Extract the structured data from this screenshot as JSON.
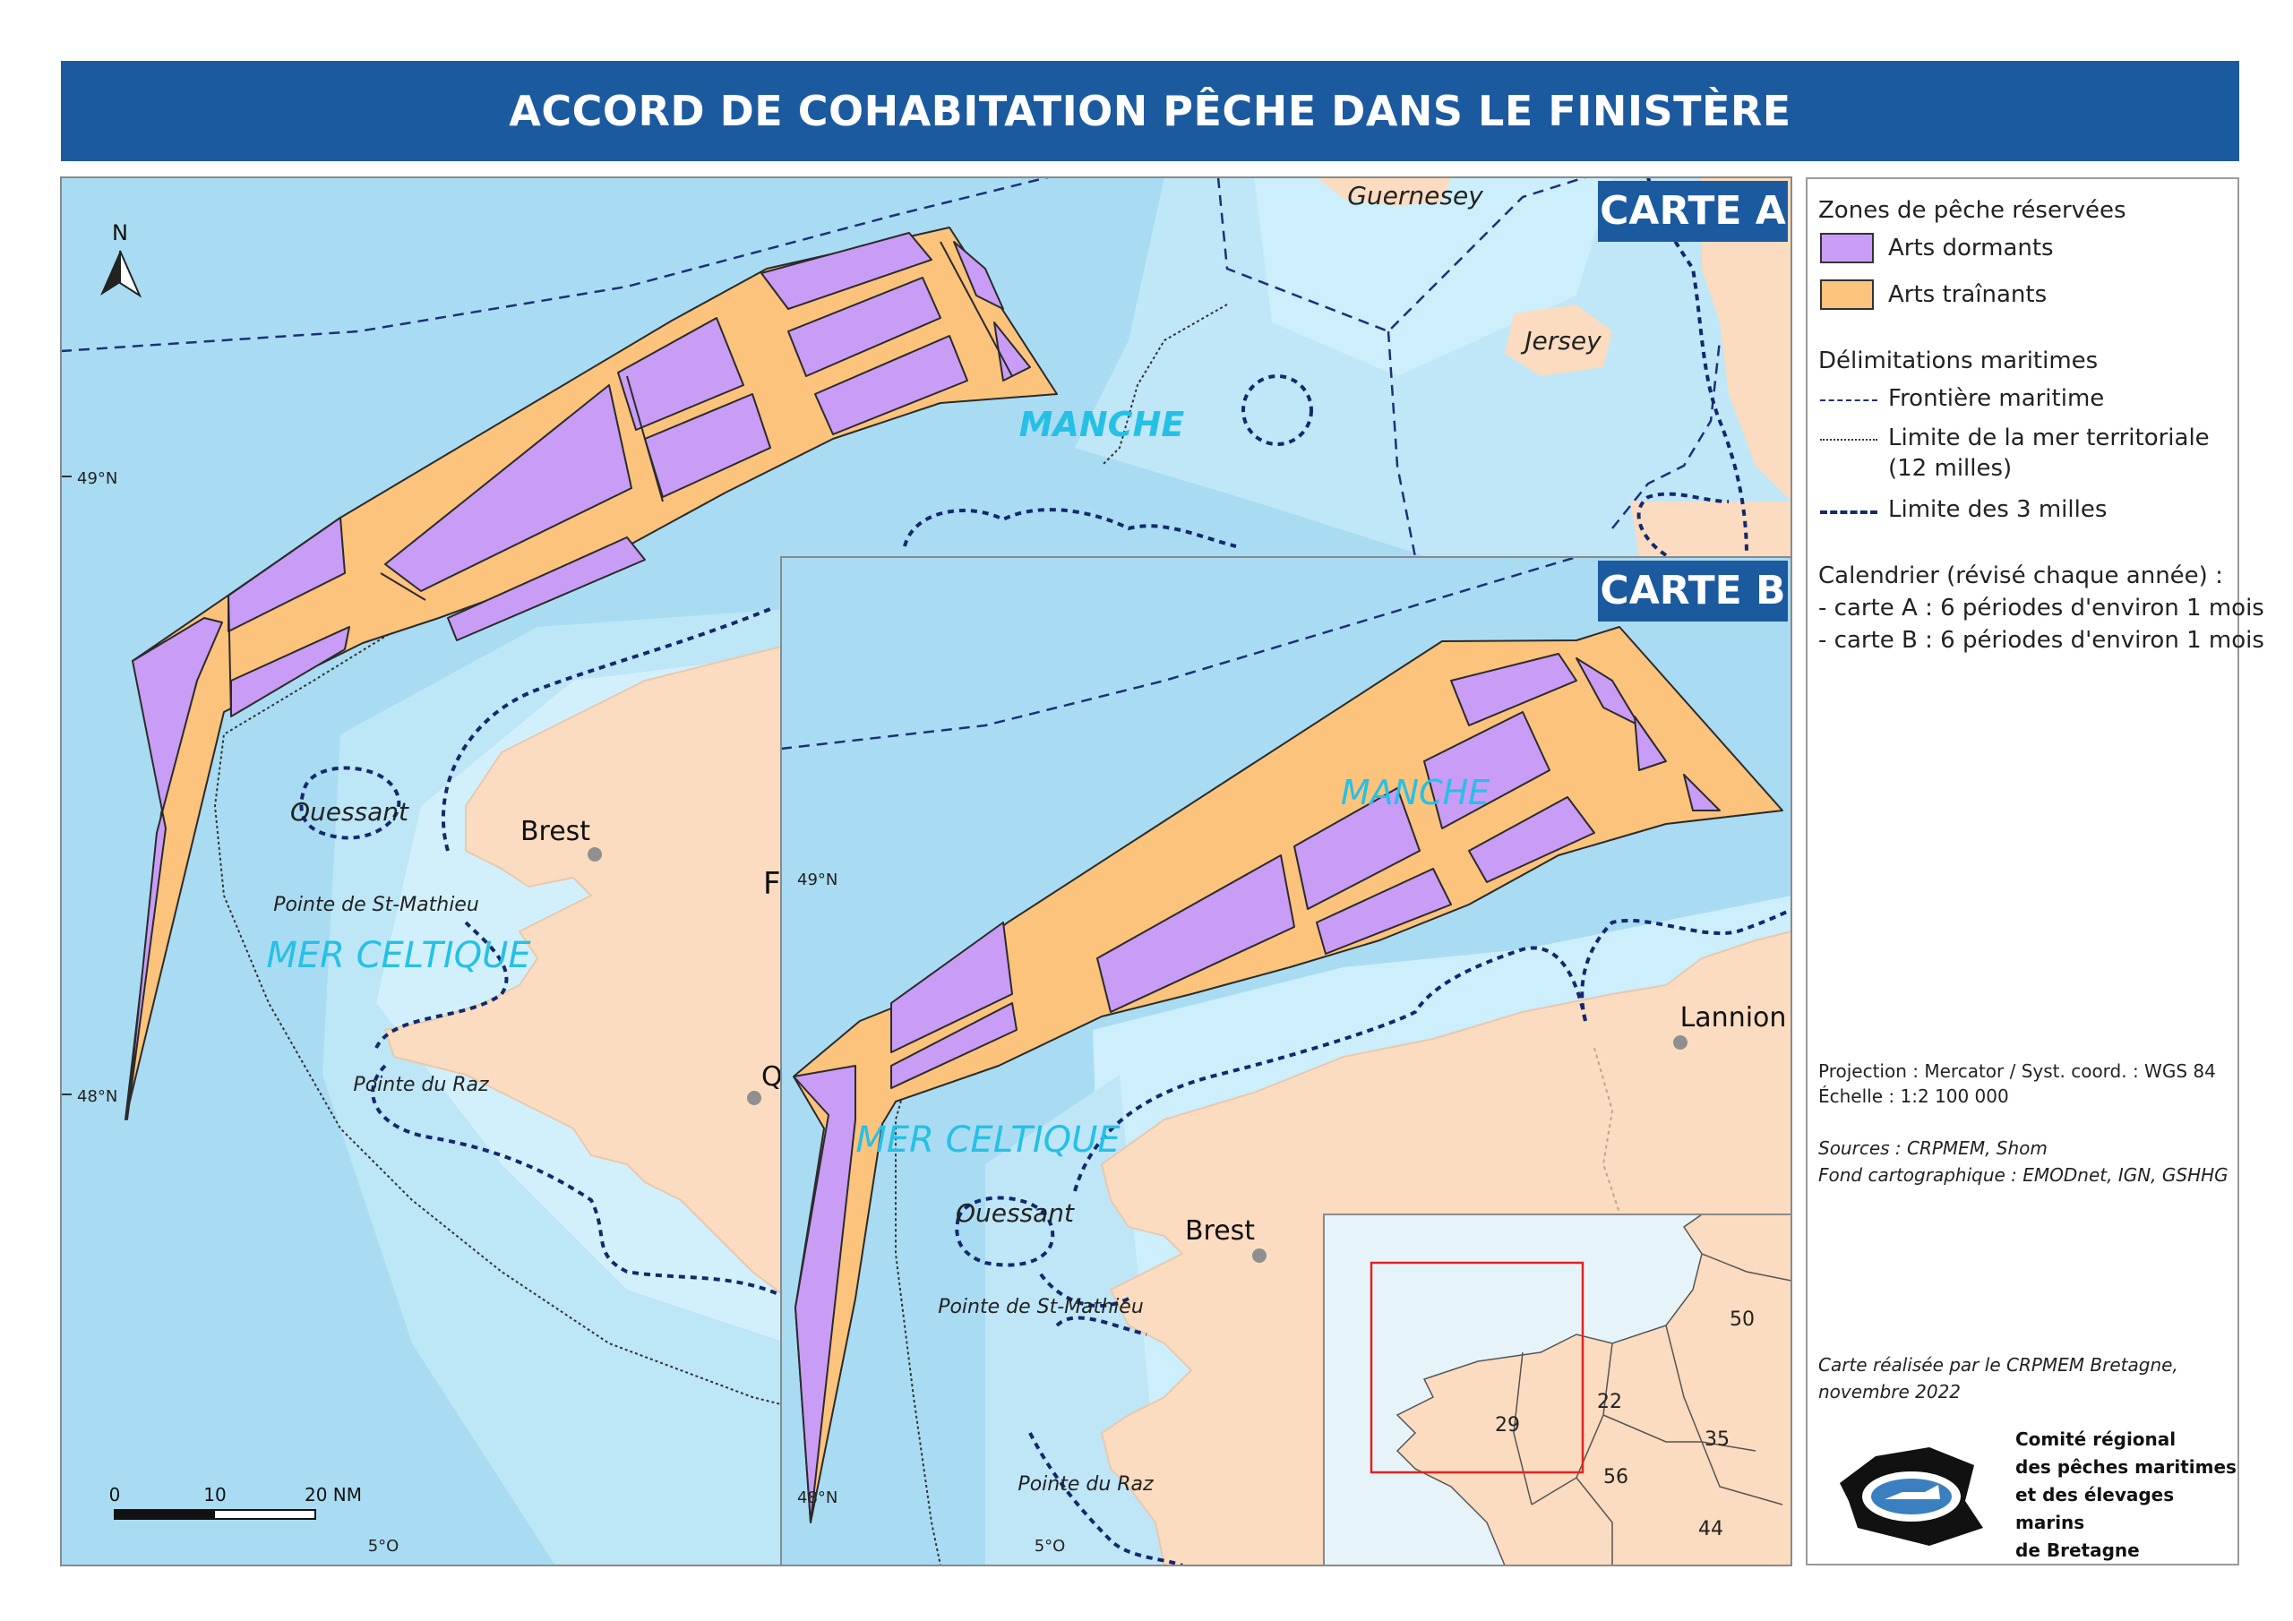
{
  "title": "ACCORD DE COHABITATION PÊCHE DANS LE FINISTÈRE",
  "colors": {
    "title_bg": "#1c5aa0",
    "sea_deep": "#a9dcf2",
    "sea_shallow": "#cdeefb",
    "land": "#fbdcc0",
    "arts_dormants": "#c99cf5",
    "arts_trainants": "#fbc37c",
    "label_blue": "#26c0e6"
  },
  "map_a": {
    "badge": "CARTE A",
    "north": "N",
    "lat_49": "49°N",
    "lat_48": "48°N",
    "lon_5": "5°O",
    "places": {
      "guernesey": "Guernesey",
      "jersey": "Jersey",
      "manche": "MANCHE",
      "ouessant": "Ouessant",
      "brest": "Brest",
      "st_mathieu": "Pointe de St-Mathieu",
      "mer_celtique": "MER CELTIQUE",
      "raz": "Pointe du Raz",
      "partial_f": "F",
      "partial_q": "Q"
    },
    "scale": {
      "l0": "0",
      "l10": "10",
      "l20": "20 NM"
    }
  },
  "map_b": {
    "badge": "CARTE B",
    "lat_49": "49°N",
    "lat_48": "48°N",
    "lon_5": "5°O",
    "places": {
      "manche": "MANCHE",
      "lannion": "Lannion",
      "mer_celtique": "MER CELTIQUE",
      "ouessant": "Ouessant",
      "brest": "Brest",
      "st_mathieu": "Pointe de St-Mathieu",
      "raz": "Pointe du Raz"
    },
    "inset": {
      "d50": "50",
      "d22": "22",
      "d29": "29",
      "d35": "35",
      "d56": "56",
      "d44": "44"
    }
  },
  "legend": {
    "zones_title": "Zones de pêche réservées",
    "arts_dormants": "Arts dormants",
    "arts_trainants": "Arts traînants",
    "delim_title": "Délimitations maritimes",
    "frontiere": "Frontière maritime",
    "limite_12_line1": "Limite de la mer territoriale",
    "limite_12_line2": "(12 milles)",
    "limite_3": "Limite des 3 milles",
    "cal_title": "Calendrier (révisé chaque année) :",
    "cal_a": "- carte A : 6 périodes d'environ 1 mois",
    "cal_b": "- carte B : 6 périodes d'environ 1 mois",
    "projection": "Projection : Mercator / Syst. coord. : WGS 84",
    "echelle_label": "Échelle : ",
    "echelle_value": "1:2 100 000",
    "sources": "Sources : CRPMEM, Shom",
    "fond": "Fond cartographique : EMODnet, IGN, GSHHG",
    "realisee_1": "Carte réalisée par le CRPMEM Bretagne,",
    "realisee_2": "novembre 2022",
    "logo_1": "Comité régional",
    "logo_2": "des pêches maritimes",
    "logo_3": "et des élevages marins",
    "logo_4": "de Bretagne"
  }
}
